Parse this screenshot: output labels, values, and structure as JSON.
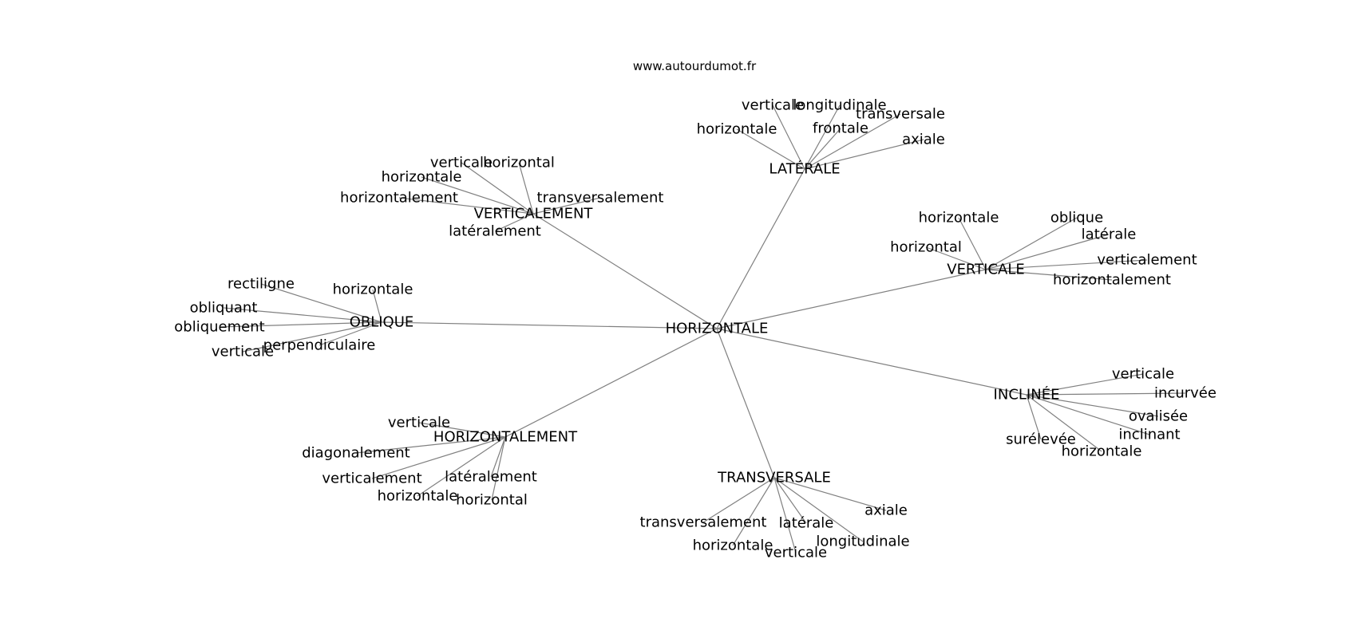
{
  "site": "www.autourdumot.fr",
  "graph": {
    "center": "HORIZONTALE",
    "hubs": [
      {
        "id": "laterale",
        "label": "LATÉRALE",
        "leaves": [
          "verticale",
          "longitudinale",
          "horizontale",
          "transversale",
          "frontale",
          "axiale"
        ]
      },
      {
        "id": "verticalement",
        "label": "VERTICALEMENT",
        "leaves": [
          "verticale",
          "horizontal",
          "horizontale",
          "transversalement",
          "horizontalement",
          "latéralement"
        ]
      },
      {
        "id": "verticale",
        "label": "VERTICALE",
        "leaves": [
          "horizontale",
          "oblique",
          "latérale",
          "horizontal",
          "verticalement",
          "horizontalement"
        ]
      },
      {
        "id": "oblique",
        "label": "OBLIQUE",
        "leaves": [
          "rectiligne",
          "horizontale",
          "obliquant",
          "obliquement",
          "perpendiculaire",
          "verticale"
        ]
      },
      {
        "id": "inclinee",
        "label": "INCLINÉE",
        "leaves": [
          "verticale",
          "incurvée",
          "ovalisée",
          "inclinant",
          "surélevée",
          "horizontale"
        ]
      },
      {
        "id": "horizontalement",
        "label": "HORIZONTALEMENT",
        "leaves": [
          "verticale",
          "diagonalement",
          "verticalement",
          "latéralement",
          "horizontale",
          "horizontal"
        ]
      },
      {
        "id": "transversale",
        "label": "TRANSVERSALE",
        "leaves": [
          "axiale",
          "transversalement",
          "latérale",
          "longitudinale",
          "horizontale",
          "verticale"
        ]
      }
    ]
  }
}
